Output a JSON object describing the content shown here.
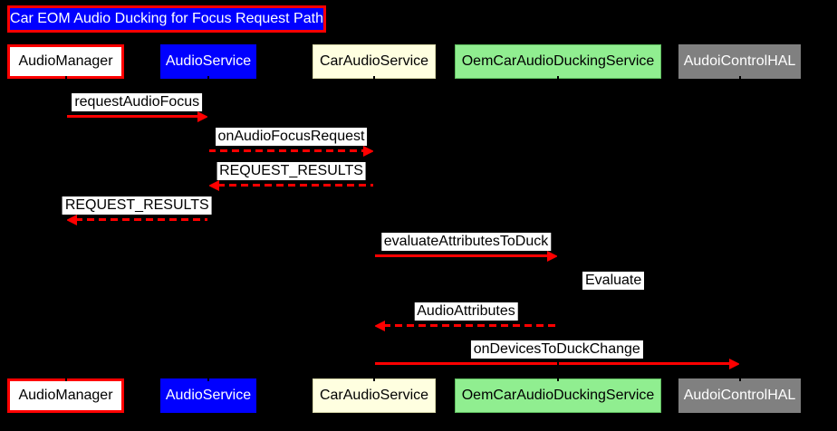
{
  "title": "Car EOM Audio Ducking for Focus Request Path",
  "colors": {
    "background": "#000000",
    "arrow": "#ff0000",
    "title_bg": "#0000ff",
    "title_border": "#ff0000",
    "title_fg": "#ffffff",
    "message_label_bg": "#ffffff",
    "message_label_fg": "#000000",
    "lifeline": "#000000"
  },
  "participants": [
    {
      "id": "audio-manager",
      "label": "AudioManager",
      "bg": "#ffffff",
      "fg": "#000000",
      "border": "#ff0000",
      "thick_border": true
    },
    {
      "id": "audio-service",
      "label": "AudioService",
      "bg": "#0000ff",
      "fg": "#ffffff",
      "border": "#0000ff",
      "thick_border": false
    },
    {
      "id": "car-audio-service",
      "label": "CarAudioService",
      "bg": "#ffffe0",
      "fg": "#000000",
      "border": "#d6d6a8",
      "thick_border": false
    },
    {
      "id": "oem-car-audio-ducking-service",
      "label": "OemCarAudioDuckingService",
      "bg": "#90ee90",
      "fg": "#000000",
      "border": "#5fbf5f",
      "thick_border": false
    },
    {
      "id": "audoi-control-hal",
      "label": "AudoiControlHAL",
      "bg": "#808080",
      "fg": "#ffffff",
      "border": "#808080",
      "thick_border": false
    }
  ],
  "messages": [
    {
      "text": "requestAudioFocus",
      "from": "AudioManager",
      "to": "AudioService",
      "line": "solid"
    },
    {
      "text": "onAudioFocusRequest",
      "from": "AudioService",
      "to": "CarAudioService",
      "line": "dashed"
    },
    {
      "text": "REQUEST_RESULTS",
      "from": "CarAudioService",
      "to": "AudioService",
      "line": "dashed"
    },
    {
      "text": "REQUEST_RESULTS",
      "from": "AudioService",
      "to": "AudioManager",
      "line": "dashed"
    },
    {
      "text": "evaluateAttributesToDuck",
      "from": "CarAudioService",
      "to": "OemCarAudioDuckingService",
      "line": "solid"
    },
    {
      "text": "Evaluate",
      "from": "OemCarAudioDuckingService",
      "to": "OemCarAudioDuckingService",
      "line": "self"
    },
    {
      "text": "AudioAttributes",
      "from": "OemCarAudioDuckingService",
      "to": "CarAudioService",
      "line": "dashed"
    },
    {
      "text": "onDevicesToDuckChange",
      "from": "CarAudioService",
      "to": "AudoiControlHAL",
      "line": "solid"
    }
  ]
}
